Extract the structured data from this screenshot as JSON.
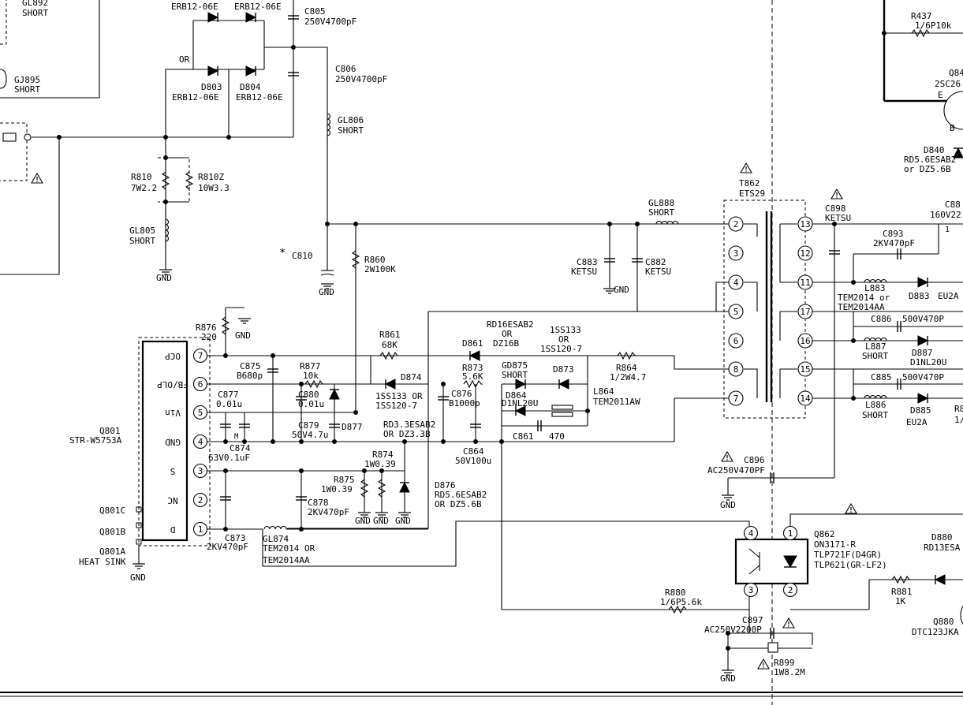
{
  "labels": {
    "gl892": "GL892",
    "gl892_short": "SHORT",
    "gj895": "GJ895",
    "gj895_short": "SHORT",
    "erb_top_left": "ERB12-06E",
    "erb_top_right": "ERB12-06E",
    "or_bridge": "OR",
    "d803": "D803",
    "d804": "D804",
    "erb_bot_left": "ERB12-06E",
    "erb_bot_right": "ERB12-06E",
    "c805": "C805",
    "c805_val": "250V4700pF",
    "c806": "C806",
    "c806_val": "250V4700pF",
    "gl806": "GL806",
    "gl806_short": "SHORT",
    "r810": "R810",
    "r810_val": "7W2.2",
    "r810z": "R810Z",
    "r810z_val": "10W3.3",
    "gl805": "GL805",
    "gl805_short": "SHORT",
    "gnd": "GND",
    "star": "*",
    "c810": "C810",
    "r860": "R860",
    "r860_val": "2W100K",
    "gl888": "GL888",
    "gl888_short": "SHORT",
    "c883": "C883",
    "c883_val": "KETSU",
    "c882": "C882",
    "c882_val": "KETSU",
    "t862": "T862",
    "t862_val": "ETS29",
    "c898": "C898",
    "c898_val": "KETSU",
    "c893": "C893",
    "c893_val": "2KV470pF",
    "c88x": "C88",
    "c88x_val": "160V22",
    "star1": "1",
    "l883": "L883",
    "l883_val1": "TEM2014 or",
    "l883_val2": "TEM2014AA",
    "d883": "D883",
    "d883_val": "EU2A",
    "c886": "C886",
    "c886_val": "500V470P",
    "l887": "L887",
    "l887_short": "SHORT",
    "d887": "D887",
    "d887_val": "D1NL20U",
    "c885": "C885",
    "c885_val": "500V470P",
    "l886": "L886",
    "l886_short": "SHORT",
    "d885": "D885",
    "d885_val": "EU2A",
    "r8x": "R8",
    "r8x_val": "1/",
    "r437": "R437",
    "r437_val": "1/6P10k",
    "q84": "Q84",
    "q84_val": "2SC26",
    "pin_e": "E",
    "pin_b": "B",
    "d840": "D840",
    "d840_val1": "RD5.6ESAB2",
    "d840_val2": "or DZ5.6B",
    "r876": "R876",
    "r876_val": "220",
    "r861": "R861",
    "r861_val": "68K",
    "rd16": "RD16ESAB2",
    "rd16_or": "OR",
    "dz16": "DZ16B",
    "d861": "D861",
    "iss133": "1SS133",
    "iss133_or": "OR",
    "iss120": "1SS120-7",
    "c875": "C875",
    "c875_val": "B680p",
    "r877": "R877",
    "r877_val": "10k",
    "d874": "D874",
    "r873": "R873",
    "r873_val": "5.6K",
    "gd875": "GD875",
    "gd875_short": "SHORT",
    "d873": "D873",
    "r864": "R864",
    "r864_val": "1/2W4.7",
    "c877": "C877",
    "c877_val": "0.01u",
    "c880": "C880",
    "c880_val": "0.01u",
    "iss133b": "1SS133 OR",
    "iss120b": "1SS120-7",
    "c876": "C876",
    "c876_val": "B1000p",
    "d864": "D864",
    "d864_val": "D1NL20U",
    "l864": "L864",
    "l864_val": "TEM2011AW",
    "m_mark": "M",
    "c879": "C879",
    "c879_val": "50V4.7u",
    "d877": "D877",
    "rd33": "RD3.3ESAB2",
    "dz33": "OR DZ3.3B",
    "c861": "C861",
    "c861_val": "470",
    "c874": "C874",
    "c874_val": "63V0.1uF",
    "c864": "C864",
    "c864_val": "50V100u",
    "r874": "R874",
    "r874_val": "1W0.39",
    "r875": "R875",
    "r875_val": "1W0.39",
    "d876": "D876",
    "d876_val1": "RD5.6ESAB2",
    "d876_val2": "OR DZ5.6B",
    "c878": "C878",
    "c878_val": "2KV470pF",
    "c873": "C873",
    "c873_val": "2KV470pF",
    "gl874": "GL874",
    "gl874_val1": "TEM2014 OR",
    "gl874_val2": "TEM2014AA",
    "q801": "Q801",
    "q801_val": "STR-W5753A",
    "q801c": "Q801C",
    "q801b": "Q801B",
    "q801a": "Q801A",
    "q801a_val": "HEAT SINK",
    "pin_ocp": "OCP",
    "pin_fb": "FB/OLP",
    "pin_vin": "Vin",
    "pin_gnd": "GND",
    "pin_s": "S",
    "pin_nc": "NC",
    "pin_d": "D",
    "c896": "C896",
    "c896_val": "AC250V470PF",
    "q862": "Q862",
    "q862_val1": "ON3171-R",
    "q862_val2": "TLP721F(D4GR)",
    "q862_val3": "TLP621(GR-LF2)",
    "d880": "D880",
    "d880_val": "RD13ESA",
    "r881": "R881",
    "r881_val": "1K",
    "q880": "Q880",
    "q880_val": "DTC123JKA",
    "r880": "R880",
    "r880_val": "1/6P5.6k",
    "c897": "C897",
    "c897_val": "AC250V2200P",
    "r899": "R899",
    "r899_val": "1W8.2M"
  },
  "pins": {
    "ic": [
      "7",
      "6",
      "5",
      "4",
      "3",
      "2",
      "1"
    ],
    "t862_left": [
      "2",
      "3",
      "4",
      "5",
      "6",
      "8",
      "7"
    ],
    "t862_right": [
      "13",
      "12",
      "11",
      "17",
      "16",
      "15",
      "14"
    ],
    "q862": [
      "4",
      "1",
      "3",
      "2"
    ]
  }
}
